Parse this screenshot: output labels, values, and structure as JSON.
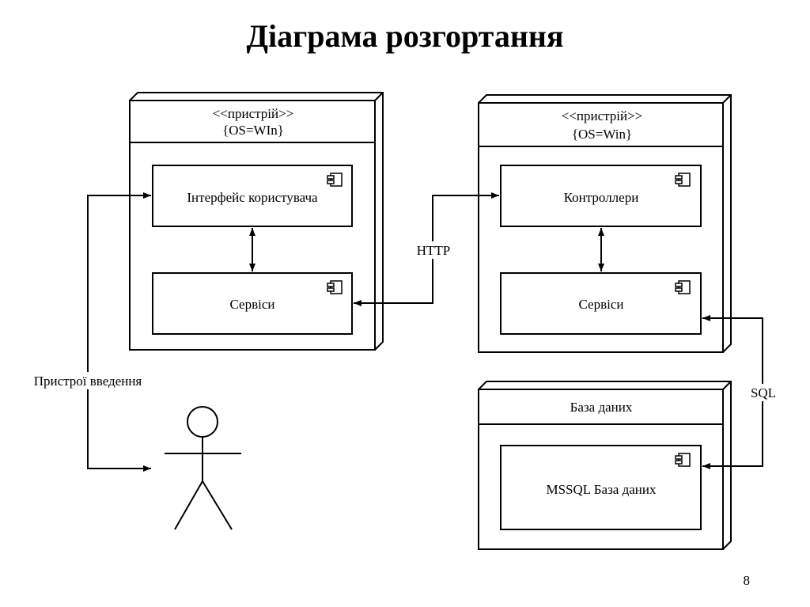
{
  "slide": {
    "title": "Діаграма розгортання",
    "page_number": "8"
  },
  "nodes": {
    "client": {
      "stereotype": "<<пристрій>>",
      "property": "{OS=WIn}",
      "components": {
        "ui": "Інтерфейс користувача",
        "services": "Сервіси"
      }
    },
    "server": {
      "stereotype": "<<пристрій>>",
      "property": "{OS=Win}",
      "components": {
        "controllers": "Контроллери",
        "services": "Сервіси"
      }
    },
    "database": {
      "title": "База даних",
      "components": {
        "mssql": "MSSQL База даних"
      }
    }
  },
  "connections": {
    "http": "HTTP",
    "sql": "SQL",
    "input_devices": "Пристрої введення"
  },
  "actor": {
    "icon": "stick-figure-actor-icon"
  },
  "component_icon": "uml-component-icon"
}
